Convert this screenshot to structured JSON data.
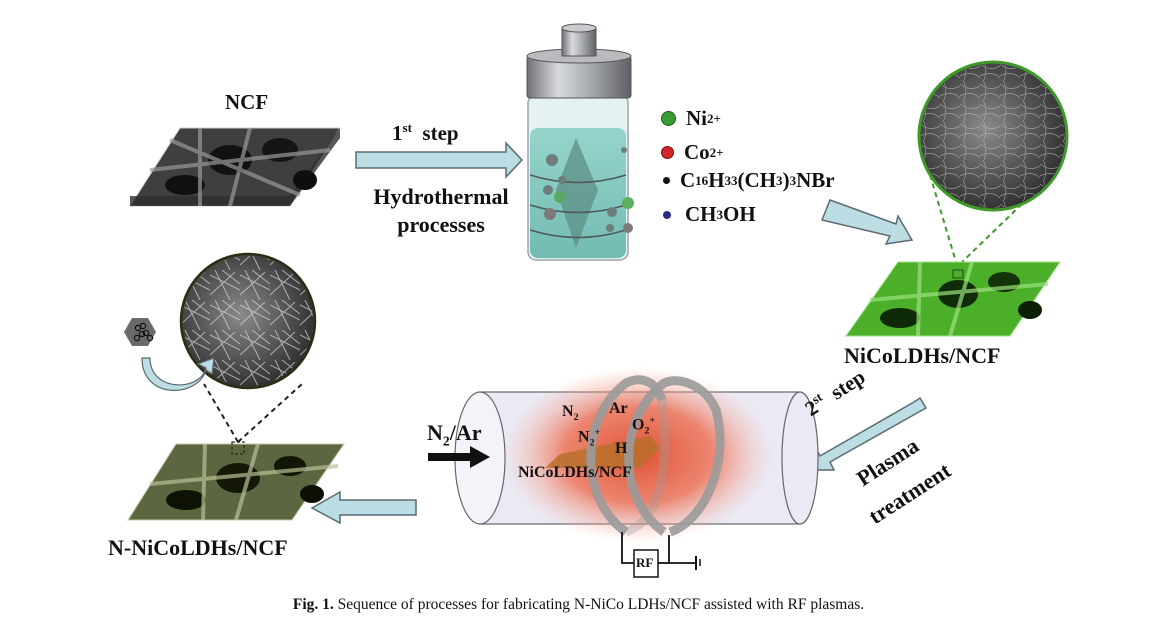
{
  "figure": {
    "caption_prefix": "Fig. 1.",
    "caption_text": " Sequence of processes for fabricating N-NiCo LDHs/NCF assisted with RF plasmas."
  },
  "stages": {
    "ncf": {
      "label": "NCF"
    },
    "nicoldhs": {
      "label": "NiCoLDHs/NCF"
    },
    "n_nicoldhs": {
      "label": "N-NiCoLDHs/NCF"
    }
  },
  "step1": {
    "label_num": "1",
    "label_sup": "st",
    "label_word": "step",
    "process_line1": "Hydrothermal",
    "process_line2": "processes"
  },
  "step2": {
    "label_num": "2",
    "label_sup": "st",
    "label_word": "step",
    "process_line1": "Plasma",
    "process_line2": "treatment"
  },
  "reagents": [
    {
      "name": "Ni2+",
      "base": "Ni",
      "sup": "2+",
      "color": "#3a9a35"
    },
    {
      "name": "Co2+",
      "base": "Co",
      "sup": "2+",
      "color": "#d02828"
    },
    {
      "name": "C16H33(CH3)3NBr",
      "parts": [
        "C",
        "16",
        "H",
        "33",
        "(CH",
        "3",
        ")",
        "3",
        "NBr"
      ],
      "color": "#111111"
    },
    {
      "name": "CH3OH",
      "parts": [
        "CH",
        "3",
        "OH"
      ],
      "color": "#2a2a8a"
    }
  ],
  "plasma": {
    "gas_inlet": {
      "base": "N",
      "sub": "2",
      "rest": "/Ar"
    },
    "species": {
      "n2": {
        "base": "N",
        "sub": "2"
      },
      "ar": "Ar",
      "n2_ion": {
        "base": "N",
        "sub": "2",
        "sup": "+"
      },
      "o2_ion": {
        "base": "O",
        "sub": "2",
        "sup": "+"
      },
      "h": "H"
    },
    "sample_label": "NiCoLDHs/NCF",
    "rf_label": "RF"
  },
  "colors": {
    "arrow_fill": "#bcdde3",
    "arrow_stroke": "#5a6a70",
    "plasma_glow": "#e8684a",
    "green_foam": "#4caf2a",
    "olive_foam": "#5c6640",
    "gray_foam": "#5a5a5a",
    "liquid": "#7cc6bd"
  }
}
